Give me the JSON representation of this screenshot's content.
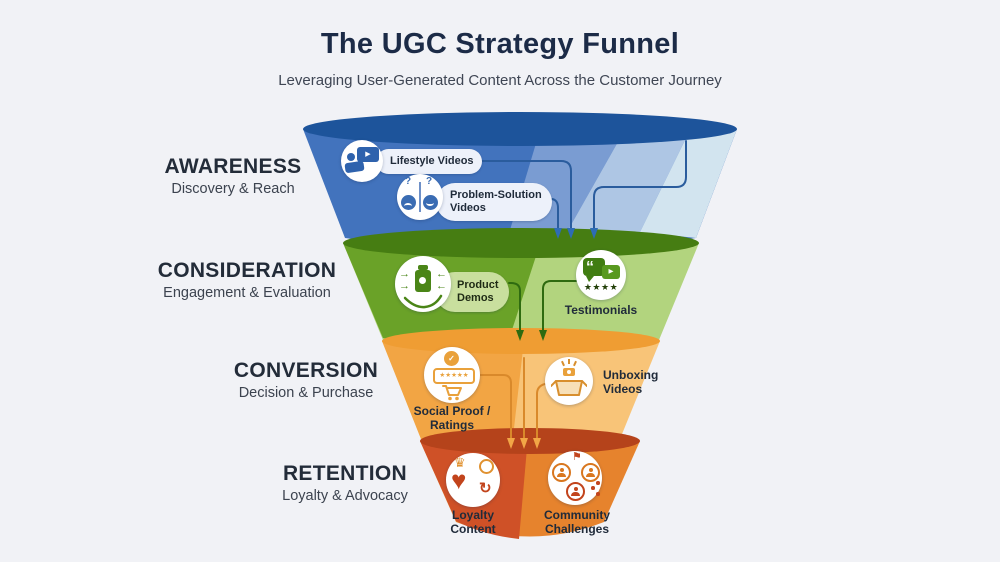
{
  "title": "The UGC Strategy Funnel",
  "subtitle": "Leveraging User-Generated Content Across the Customer Journey",
  "colors": {
    "background": "#f1f2f6",
    "title_text": "#1c2b47",
    "subtitle_text": "#3f4654",
    "stage_label_text": "#232c39",
    "stage_tagline_text": "#3c434f",
    "pill_text": "#202b3a"
  },
  "stages": [
    {
      "label": "AWARENESS",
      "tagline": "Discovery & Reach",
      "colors": {
        "top": "#1d549b",
        "body": "#4273bd",
        "band1": "#7a9cd2",
        "band2": "#aec6e4",
        "band3": "#d2e4ef",
        "connector": "#2a5c9d",
        "arrow": "#2e6cb5"
      },
      "items": [
        {
          "label": "Lifestyle Videos",
          "icon": "lifestyle-videos-icon"
        },
        {
          "label": "Problem-Solution Videos",
          "icon": "problem-solution-videos-icon"
        }
      ]
    },
    {
      "label": "CONSIDERATION",
      "tagline": "Engagement & Evaluation",
      "colors": {
        "top": "#467d12",
        "body": "#6aa228",
        "body_light": "#b2d47e",
        "connector": "#2f6b10",
        "arrow": "#2f6b10"
      },
      "items": [
        {
          "label": "Product Demos",
          "icon": "product-demos-icon"
        },
        {
          "label": "Testimonials",
          "icon": "testimonials-icon"
        }
      ]
    },
    {
      "label": "CONVERSION",
      "tagline": "Decision & Purchase",
      "colors": {
        "top": "#ef9d33",
        "body": "#f2a544",
        "body_light": "#f8c478",
        "connector": "#d9892b",
        "arrow": "#f2a646"
      },
      "items": [
        {
          "label": "Social Proof / Ratings",
          "icon": "social-proof-ratings-icon"
        },
        {
          "label": "Unboxing Videos",
          "icon": "unboxing-videos-icon"
        }
      ]
    },
    {
      "label": "RETENTION",
      "tagline": "Loyalty & Advocacy",
      "colors": {
        "top": "#b5431b",
        "body": "#cf5127",
        "body_light": "#e6832d"
      },
      "items": [
        {
          "label": "Loyalty Content",
          "icon": "loyalty-content-icon"
        },
        {
          "label": "Community Challenges",
          "icon": "community-challenges-icon"
        }
      ]
    }
  ],
  "glyphs": {
    "play": "▶",
    "quote": "“",
    "question": "?",
    "stars_four": "★★★★",
    "stars_five": "★★★★★",
    "check": "✓",
    "heart": "♥",
    "crown": "♛",
    "cycle": "↻",
    "flag": "⚑",
    "arrow_right": "→",
    "arrow_left": "←"
  }
}
